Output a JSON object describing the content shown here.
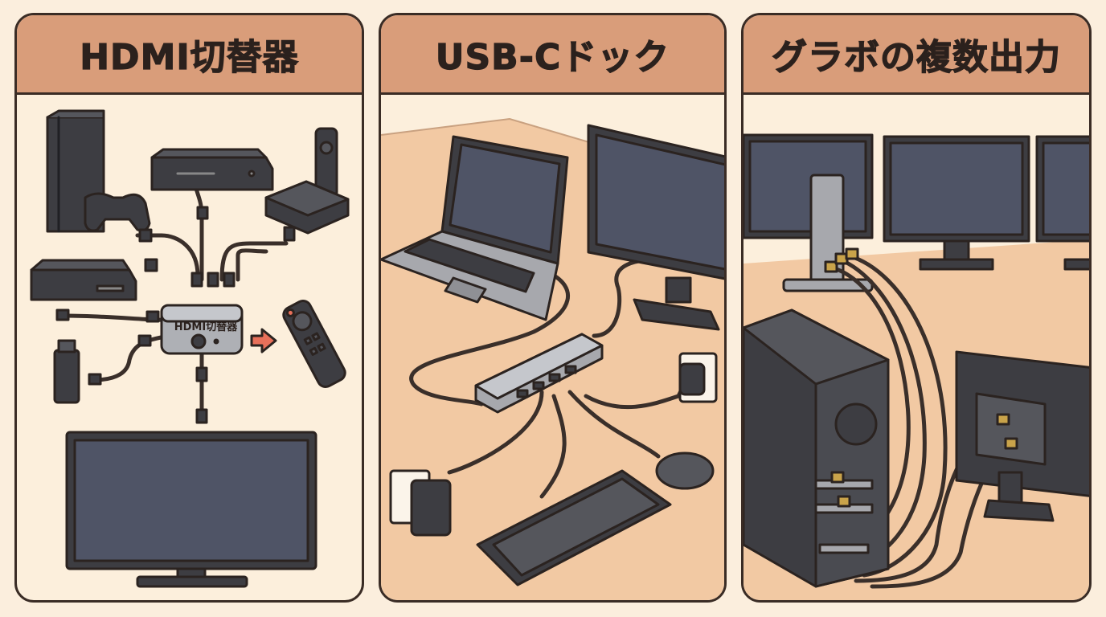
{
  "panels": [
    {
      "title": "HDMI切替器",
      "device_label": "HDMI切替器"
    },
    {
      "title": "USB-Cドック"
    },
    {
      "title": "グラボの複数出力"
    }
  ],
  "colors": {
    "background": "#fbeedd",
    "header": "#d99d7a",
    "outline": "#3a2c25",
    "desk": "#f2c9a3",
    "screen": "#4f5466",
    "device": "#3d3d42",
    "hub": "#a7a8ad",
    "arrow": "#e8705a"
  }
}
